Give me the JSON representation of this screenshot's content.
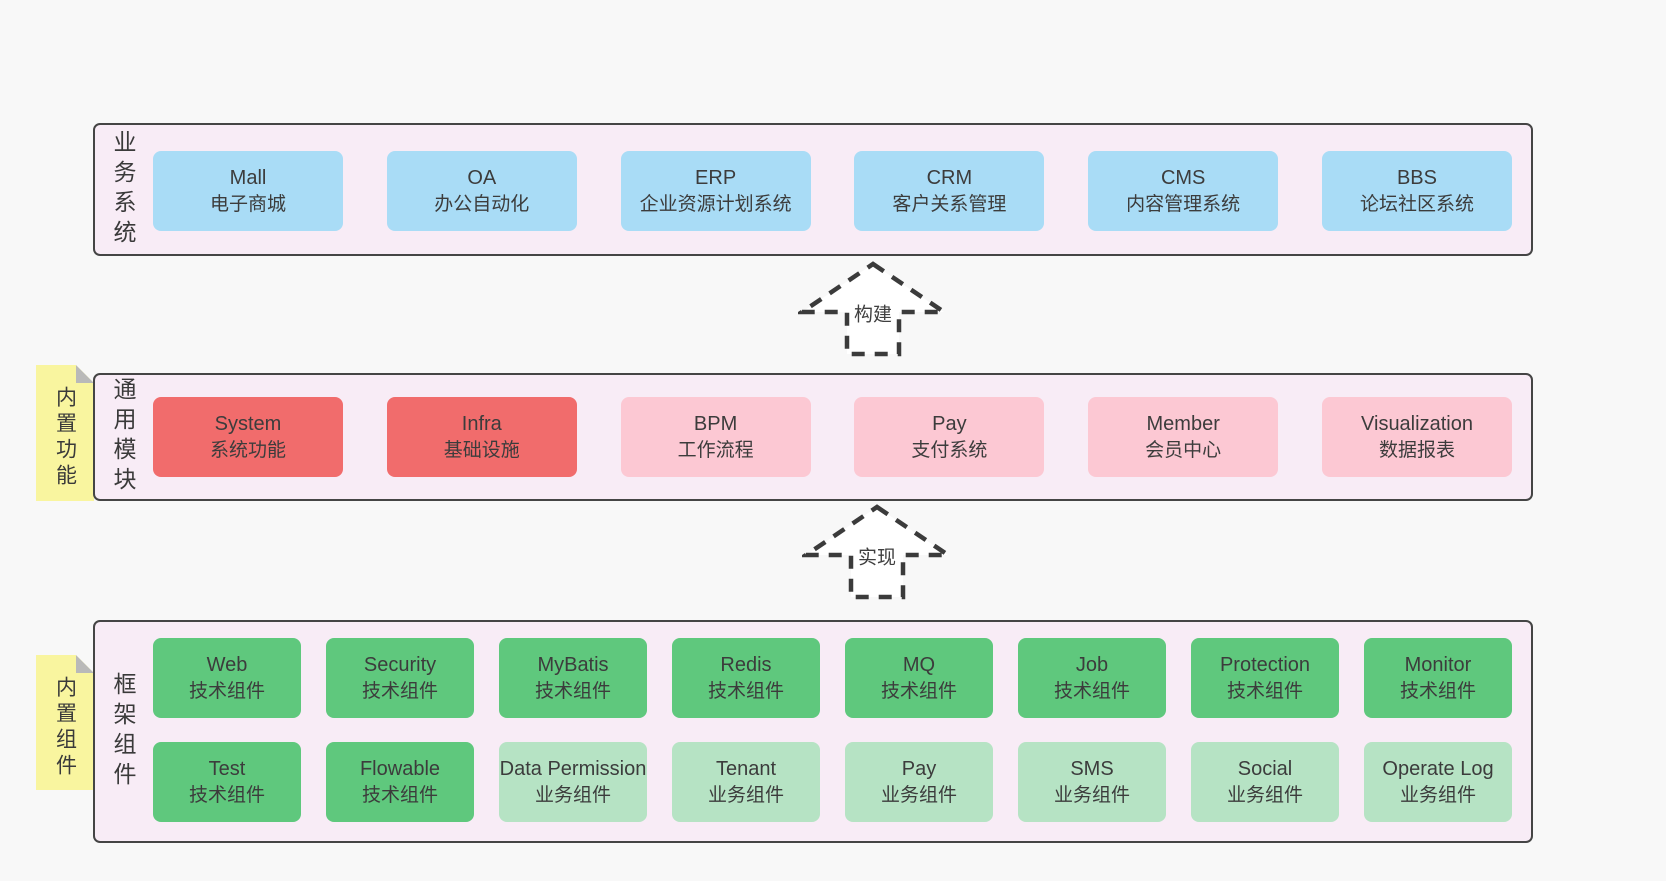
{
  "layers": [
    {
      "label": "业务系统",
      "items": [
        {
          "name": "Mall",
          "desc": "电子商城"
        },
        {
          "name": "OA",
          "desc": "办公自动化"
        },
        {
          "name": "ERP",
          "desc": "企业资源计划系统"
        },
        {
          "name": "CRM",
          "desc": "客户关系管理"
        },
        {
          "name": "CMS",
          "desc": "内容管理系统"
        },
        {
          "name": "BBS",
          "desc": "论坛社区系统"
        }
      ]
    },
    {
      "label": "通用模块",
      "sticky": "内置功能",
      "items": [
        {
          "name": "System",
          "desc": "系统功能"
        },
        {
          "name": "Infra",
          "desc": "基础设施"
        },
        {
          "name": "BPM",
          "desc": "工作流程"
        },
        {
          "name": "Pay",
          "desc": "支付系统"
        },
        {
          "name": "Member",
          "desc": "会员中心"
        },
        {
          "name": "Visualization",
          "desc": "数据报表"
        }
      ]
    },
    {
      "label": "框架组件",
      "sticky": "内置组件",
      "row1": [
        {
          "name": "Web",
          "desc": "技术组件"
        },
        {
          "name": "Security",
          "desc": "技术组件"
        },
        {
          "name": "MyBatis",
          "desc": "技术组件"
        },
        {
          "name": "Redis",
          "desc": "技术组件"
        },
        {
          "name": "MQ",
          "desc": "技术组件"
        },
        {
          "name": "Job",
          "desc": "技术组件"
        },
        {
          "name": "Protection",
          "desc": "技术组件"
        },
        {
          "name": "Monitor",
          "desc": "技术组件"
        }
      ],
      "row2": [
        {
          "name": "Test",
          "desc": "技术组件"
        },
        {
          "name": "Flowable",
          "desc": "技术组件"
        },
        {
          "name": "Data Permission",
          "desc": "业务组件"
        },
        {
          "name": "Tenant",
          "desc": "业务组件"
        },
        {
          "name": "Pay",
          "desc": "业务组件"
        },
        {
          "name": "SMS",
          "desc": "业务组件"
        },
        {
          "name": "Social",
          "desc": "业务组件"
        },
        {
          "name": "Operate Log",
          "desc": "业务组件"
        }
      ]
    }
  ],
  "arrows": [
    {
      "label": "构建"
    },
    {
      "label": "实现"
    }
  ],
  "colors": {
    "page_bg": "#f8f8f8",
    "layer_bg": "#f8ecf6",
    "layer_border": "#454545",
    "business_box": "#a9dcf6",
    "core_module_box": "#f16c6c",
    "optional_module_box": "#fcc8d3",
    "tech_component_box": "#5fc87d",
    "biz_component_box": "#b6e3c4",
    "sticky_note": "#f9f59f",
    "sticky_fold": "#b9b9b9",
    "text": "#3c3c3c"
  }
}
